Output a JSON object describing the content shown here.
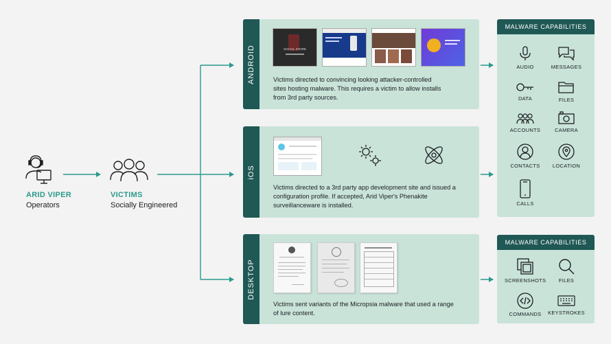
{
  "actor": {
    "name": "ARID VIPER",
    "role": "Operators"
  },
  "victims": {
    "name": "VICTIMS",
    "role": "Socially Engineered"
  },
  "android": {
    "tab_label": "ANDROID",
    "description": [
      "Victims directed to convincing looking attacker-controlled",
      "sites hosting malware. This requires a victim to allow installs",
      "from 3rd party sources."
    ],
    "shot_text": "SOCIAL STORE"
  },
  "ios": {
    "tab_label": "iOS",
    "description": [
      "Victims directed to a 3rd party app development site and issued a",
      "configuration profile. If accepted, Arid Viper's Phenakite",
      "surveillanceware is installed."
    ]
  },
  "desktop": {
    "tab_label": "DESKTOP",
    "description": [
      "Victims sent variants of the Micropsia malware that used a range",
      "of lure content."
    ]
  },
  "mobile_capabilities": {
    "header": "MALWARE CAPABILITIES",
    "items": [
      {
        "label": "AUDIO",
        "icon": "microphone-icon"
      },
      {
        "label": "MESSAGES",
        "icon": "chat-bubbles-icon"
      },
      {
        "label": "DATA",
        "icon": "key-icon"
      },
      {
        "label": "FILES",
        "icon": "folder-icon"
      },
      {
        "label": "ACCOUNTS",
        "icon": "people-icon"
      },
      {
        "label": "CAMERA",
        "icon": "camera-icon"
      },
      {
        "label": "CONTACTS",
        "icon": "contact-icon"
      },
      {
        "label": "LOCATION",
        "icon": "location-pin-icon"
      },
      {
        "label": "CALLS",
        "icon": "phone-icon"
      }
    ]
  },
  "desktop_capabilities": {
    "header": "MALWARE CAPABILITIES",
    "items": [
      {
        "label": "SCREENSHOTS",
        "icon": "screenshots-icon"
      },
      {
        "label": "FILES",
        "icon": "magnifier-icon"
      },
      {
        "label": "COMMANDS",
        "icon": "code-icon"
      },
      {
        "label": "KEYSTROKES",
        "icon": "keyboard-icon"
      }
    ]
  },
  "colors": {
    "panel": "#c9e3d9",
    "tab": "#1f5854",
    "accent": "#2b9a8c",
    "background": "#f3f3f3"
  }
}
